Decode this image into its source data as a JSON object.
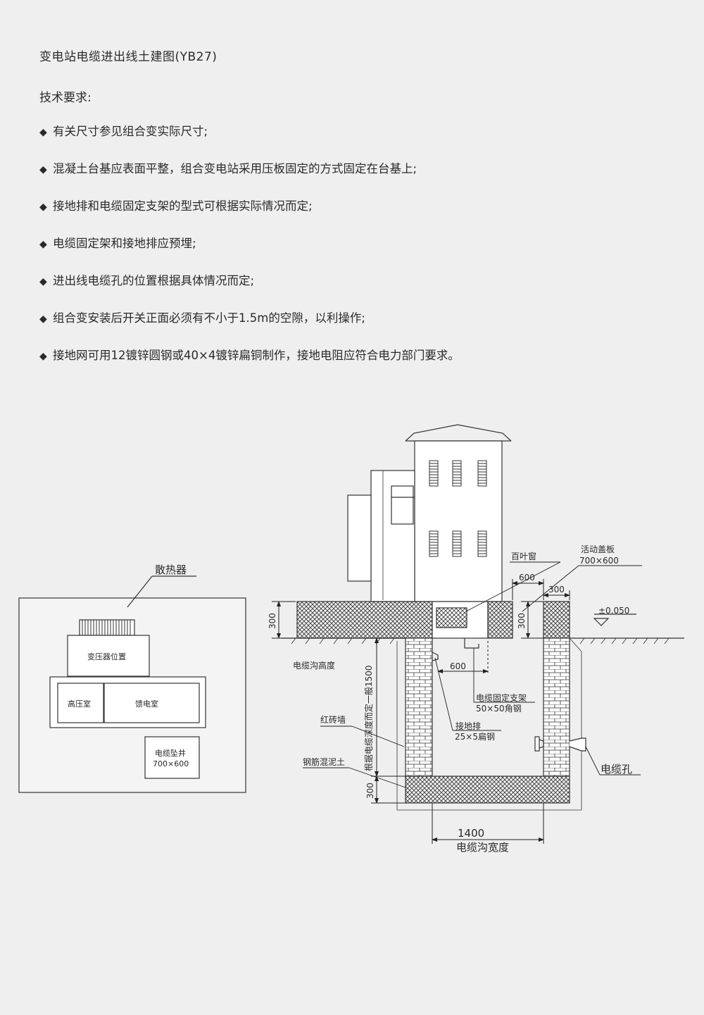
{
  "title": "变电站电缆进出线土建图(YB27)",
  "requirements_title": "技术要求:",
  "requirements": [
    "有关尺寸参见组合变实际尺寸;",
    "混凝土台基应表面平整，组合变电站采用压板固定的方式固定在台基上;",
    "接地排和电缆固定支架的型式可根据实际情况而定;",
    "电缆固定架和接地排应预埋;",
    "进出线电缆孔的位置根据具体情况而定;",
    "组合变安装后开关正面必须有不小于1.5m的空隙，以利操作;",
    "接地网可用12镀锌圆钢或40×4镀锌扁铜制作，接地电阻应符合电力部门要求。"
  ],
  "bullet_char": "◆",
  "plan": {
    "radiator": "散热器",
    "transformer": "变压器位置",
    "hv_room": "高压室",
    "feeder_room": "馈电室",
    "cable_shaft_1": "电缆坠井",
    "cable_shaft_2": "700×600"
  },
  "section": {
    "louver": "百叶窗",
    "cover_1": "活动盖板",
    "cover_2": "700×600",
    "dim_600_top": "600",
    "dim_300_top": "300",
    "elevation": "±0.050",
    "dim_300_left": "300",
    "dim_300_mid": "300",
    "trench_height": "电缆沟高度",
    "depth_note": "根据电缆深度而定一般1500",
    "dim_600_mid": "600",
    "bracket_1": "电缆固定支架",
    "bracket_2": "50×50角钢",
    "ground_1": "接地排",
    "ground_2": "25×5扁钢",
    "brick_wall": "红砖墙",
    "concrete": "钢筋混泥土",
    "cable_hole": "电缆孔",
    "dim_300_bottom": "300",
    "width_value": "1400",
    "width_label": "电缆沟宽度"
  }
}
